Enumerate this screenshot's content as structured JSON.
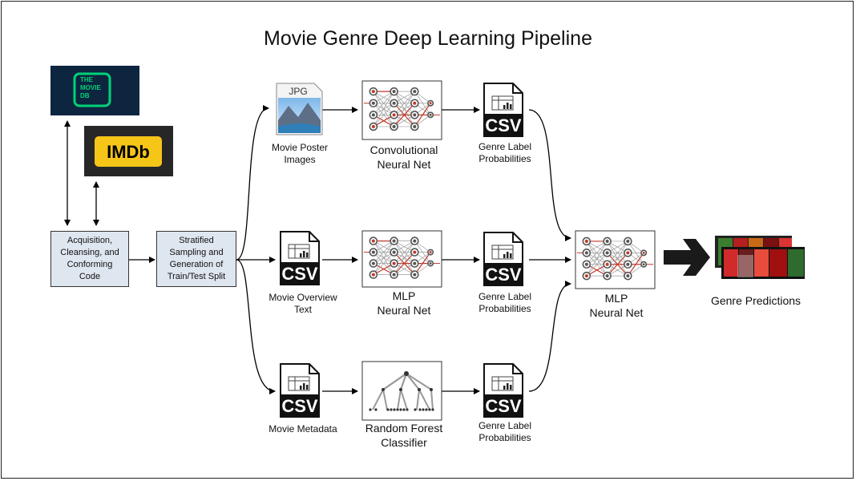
{
  "title": "Movie Genre Deep Learning Pipeline",
  "sources": {
    "tmdb_logo": [
      "THE",
      "MOVIE",
      "DB"
    ],
    "imdb_logo": "IMDb"
  },
  "steps": {
    "acquisition": [
      "Acquisition,",
      "Cleansing, and",
      "Conforming",
      "Code"
    ],
    "sampling": [
      "Stratified",
      "Sampling and",
      "Generation of",
      "Train/Test Split"
    ]
  },
  "file_icons": {
    "jpg": "JPG",
    "csv": "CSV"
  },
  "branches": [
    {
      "input_label": [
        "Movie Poster",
        "Images"
      ],
      "model_label": [
        "Convolutional",
        "Neural Net"
      ],
      "output_label": [
        "Genre Label",
        "Probabilities"
      ]
    },
    {
      "input_label": [
        "Movie Overview",
        "Text"
      ],
      "model_label": [
        "MLP",
        "Neural Net"
      ],
      "output_label": [
        "Genre Label",
        "Probabilities"
      ]
    },
    {
      "input_label": [
        "Movie Metadata"
      ],
      "model_label": [
        "Random Forest",
        "Classifier"
      ],
      "output_label": [
        "Genre Label",
        "Probabilities"
      ]
    }
  ],
  "ensemble": {
    "label": [
      "MLP",
      "Neural Net"
    ]
  },
  "output": {
    "label": "Genre Predictions"
  },
  "colors": {
    "box_fill": "#dee6ef",
    "tmdb_bg": "#0d253f",
    "tmdb_green": "#01d277",
    "imdb_bg": "#272727",
    "imdb_yellow": "#f5c518",
    "nn_node": "#555555",
    "nn_node_red": "#c0392b"
  }
}
